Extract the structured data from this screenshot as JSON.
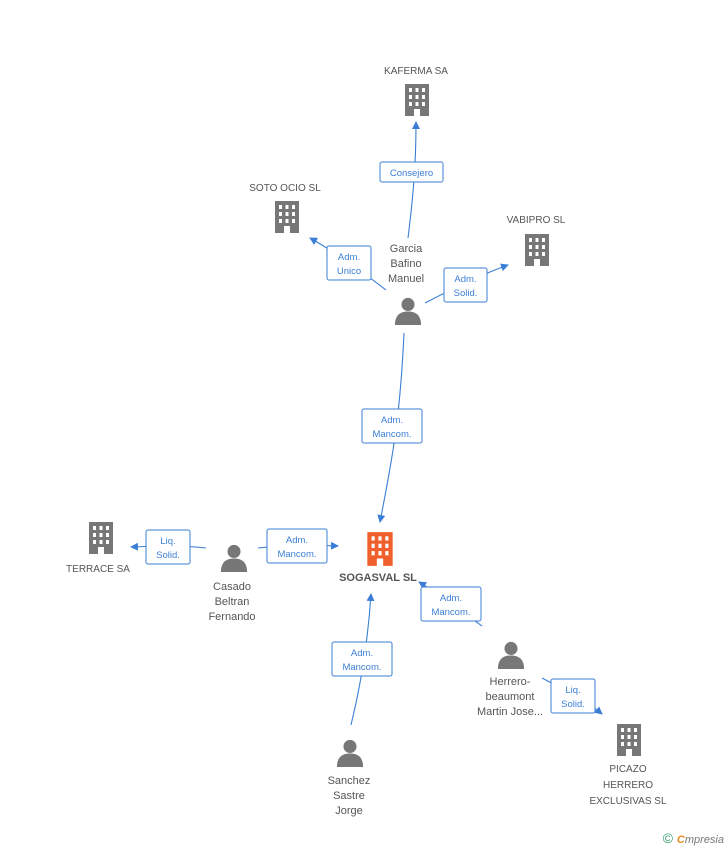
{
  "colors": {
    "accent": "#3a7fd5",
    "company_icon": "#777777",
    "center_icon": "#f0602c",
    "person_icon": "#777777"
  },
  "companies": {
    "kaferma": "KAFERMA SA",
    "soto_ocio": "SOTO OCIO SL",
    "vabipro": "VABIPRO SL",
    "terrace": "TERRACE SA",
    "sogasval": "SOGASVAL SL",
    "picazo": [
      "PICAZO",
      "HERRERO",
      "EXCLUSIVAS SL"
    ]
  },
  "persons": {
    "garcia": [
      "Garcia",
      "Bafino",
      "Manuel"
    ],
    "casado": [
      "Casado",
      "Beltran",
      "Fernando"
    ],
    "herrero": [
      "Herrero-",
      "beaumont",
      "Martin Jose..."
    ],
    "sanchez": [
      "Sanchez",
      "Sastre",
      "Jorge"
    ]
  },
  "relations": {
    "consejero": [
      "Consejero"
    ],
    "adm_unico": [
      "Adm.",
      "Unico"
    ],
    "adm_solid": [
      "Adm.",
      "Solid."
    ],
    "adm_mancom_garcia": [
      "Adm.",
      "Mancom."
    ],
    "liq_solid_casado": [
      "Liq.",
      "Solid."
    ],
    "adm_mancom_casado": [
      "Adm.",
      "Mancom."
    ],
    "adm_mancom_herrero": [
      "Adm.",
      "Mancom."
    ],
    "liq_solid_herrero": [
      "Liq.",
      "Solid."
    ],
    "adm_mancom_sanchez": [
      "Adm.",
      "Mancom."
    ]
  },
  "brand": {
    "copyright": "©",
    "e": "C",
    "rest": "mpresia"
  }
}
